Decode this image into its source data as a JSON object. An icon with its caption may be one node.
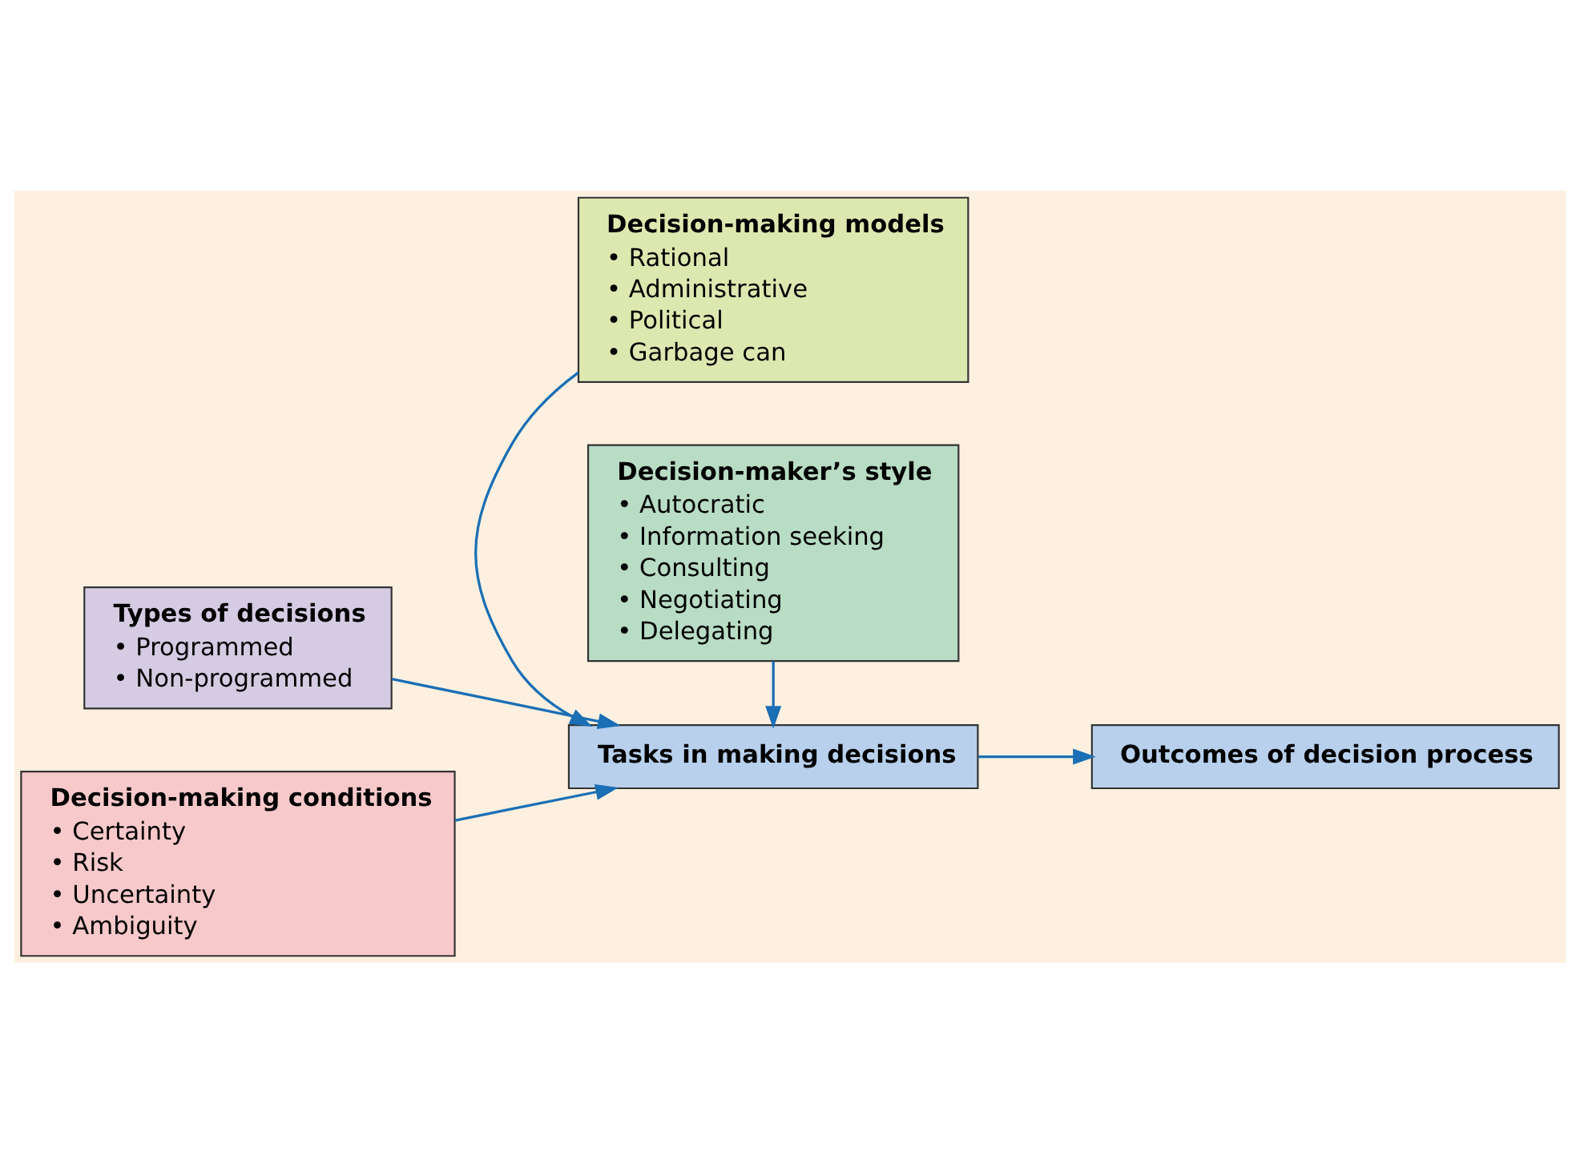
{
  "diagram": {
    "nodes": [
      {
        "text": [
          "Decision-making models",
          "• Rational",
          "• Administrative",
          "• Political",
          "• Garbage can"
        ]
      },
      {
        "text": [
          "Types of decisions",
          "• Programmed",
          "• Non-programmed"
        ]
      },
      {
        "text": [
          "Tasks in making decisions"
        ]
      },
      {
        "text": [
          "Outcomes of decision process"
        ]
      },
      {
        "text": [
          "Decision-making conditions",
          "• Certainty",
          "• Risk",
          "• Uncertainty",
          "• Ambiguity"
        ]
      },
      {
        "text": [
          "Decision-maker’s style",
          "• Autocratic",
          "• Information seeking",
          "• Consulting",
          "• Negotiating",
          "• Delegating"
        ]
      }
    ],
    "edges": [
      {
        "from": 0,
        "to": 2,
        "arrow": "to"
      },
      {
        "from": 1,
        "to": 2,
        "arrow": "to"
      },
      {
        "from": 4,
        "to": 2,
        "arrow": "to"
      },
      {
        "from": 5,
        "to": 2,
        "arrow": "to"
      },
      {
        "from": 2,
        "to": 3,
        "arrow": "to"
      }
    ]
  }
}
